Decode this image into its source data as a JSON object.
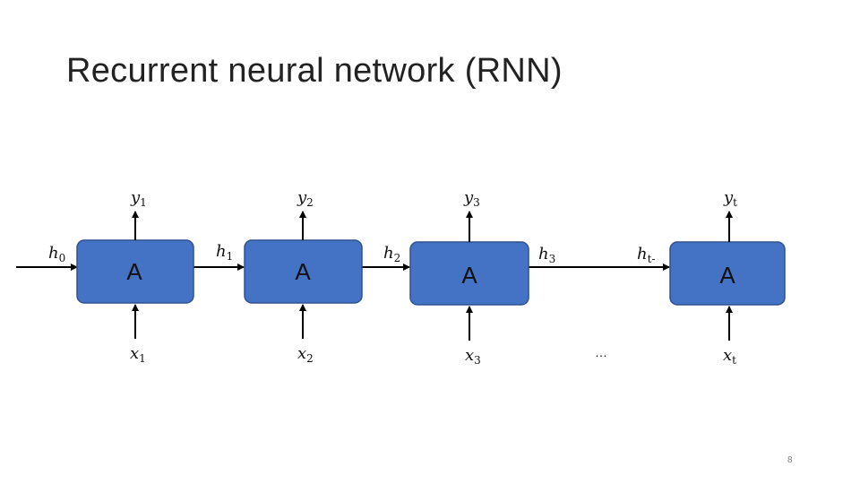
{
  "slide": {
    "title": "Recurrent neural network (RNN)",
    "page_number": "8"
  },
  "colors": {
    "cell_fill": "#4472C4",
    "cell_stroke": "#2F528F",
    "arrow": "#000000"
  },
  "cells": [
    {
      "label": "A",
      "output_var": "y",
      "output_sub": "1",
      "input_var": "x",
      "input_sub": "1"
    },
    {
      "label": "A",
      "output_var": "y",
      "output_sub": "2",
      "input_var": "x",
      "input_sub": "2"
    },
    {
      "label": "A",
      "output_var": "y",
      "output_sub": "3",
      "input_var": "x",
      "input_sub": "3"
    },
    {
      "label": "A",
      "output_var": "y",
      "output_sub": "t",
      "input_var": "x",
      "input_sub": "t"
    }
  ],
  "hidden_states": [
    {
      "var": "h",
      "sub": "0"
    },
    {
      "var": "h",
      "sub": "1"
    },
    {
      "var": "h",
      "sub": "2"
    },
    {
      "var": "h",
      "sub": "3"
    },
    {
      "var": "h",
      "sub": "t-"
    }
  ],
  "ellipsis": "…"
}
